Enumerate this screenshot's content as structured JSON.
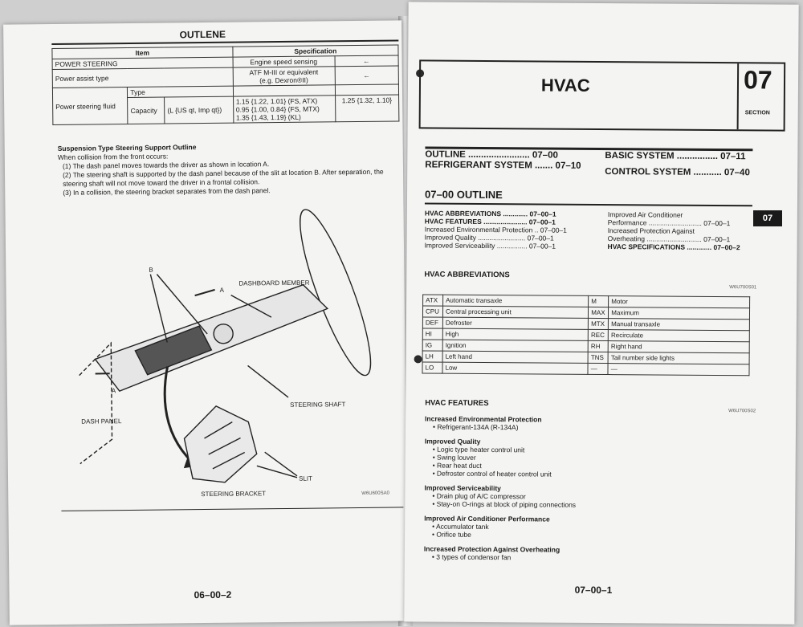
{
  "left": {
    "heading": "OUTLENE",
    "table": {
      "col_item": "Item",
      "col_spec": "Specification",
      "rows": {
        "power_steering": "POWER STEERING",
        "engine_speed": "Engine speed sensing",
        "arrow1": "←",
        "power_assist": "Power assist type",
        "atf": "ATF M-III or equivalent",
        "atf2": "(e.g. Dexron®II)",
        "arrow2": "←",
        "fluid": "Power steering fluid",
        "type": "Type",
        "capacity": "Capacity",
        "capacity_unit": "(L {US qt, Imp qt})",
        "cap1": "1.15 {1.22, 1.01} (FS, ATX)",
        "cap2": "0.95 {1.00, 0.84} (FS, MTX)",
        "cap3": "1.35 {1.43, 1.19} (KL)",
        "cap_other": "1.25 {1.32, 1.10}"
      }
    },
    "suspension": {
      "title": "Suspension Type Steering Support Outline",
      "intro": "When collision from the front occurs:",
      "items": [
        "(1)  The dash panel moves towards the driver as shown in location A.",
        "(2)  The steering shaft is supported by the dash panel because of the slit at location B. After separation, the steering shaft will not move toward the driver in a frontal collision.",
        "(3)  In a collision, the steering bracket separates from the dash panel."
      ]
    },
    "diagram_labels": {
      "b": "B",
      "a_top": "A",
      "a_left": "A",
      "dashboard_member": "DASHBOARD MEMBER",
      "steering_shaft": "STEERING SHAFT",
      "dash_panel": "DASH PANEL",
      "slit": "SLIT",
      "steering_bracket": "STEERING BRACKET"
    },
    "figure_id": "W6U600SA0",
    "page_number": "06–00–2"
  },
  "right": {
    "title": "HVAC",
    "section_number": "07",
    "section_label": "SECTION",
    "toc": {
      "outline": "OUTLINE ........................ 07–00",
      "refrigerant": "REFRIGERANT SYSTEM ....... 07–10",
      "basic": "BASIC SYSTEM ................ 07–11",
      "control": "CONTROL SYSTEM ........... 07–40"
    },
    "section_head": "07–00    OUTLINE",
    "index_left": [
      "HVAC ABBREVIATIONS ............. 07–00–1",
      "HVAC FEATURES ....................... 07–00–1",
      "  Increased Environmental Protection .. 07–00–1",
      "  Improved Quality ......................... 07–00–1",
      "  Improved Serviceability ................ 07–00–1"
    ],
    "index_right": [
      "  Improved Air Conditioner",
      "    Performance ............................ 07–00–1",
      "  Increased Protection Against",
      "    Overheating ............................. 07–00–1",
      "HVAC SPECIFICATIONS ............. 07–00–2"
    ],
    "edge_tab": "07",
    "abbr_heading": "HVAC ABBREVIATIONS",
    "abbr_id": "W6U700S01",
    "abbreviations": [
      [
        "ATX",
        "Automatic transaxle",
        "M",
        "Motor"
      ],
      [
        "CPU",
        "Central processing unit",
        "MAX",
        "Maximum"
      ],
      [
        "DEF",
        "Defroster",
        "MTX",
        "Manual transaxle"
      ],
      [
        "HI",
        "High",
        "REC",
        "Recirculate"
      ],
      [
        "IG",
        "Ignition",
        "RH",
        "Right hand"
      ],
      [
        "LH",
        "Left hand",
        "TNS",
        "Tail number side lights"
      ],
      [
        "LO",
        "Low",
        "—",
        "—"
      ]
    ],
    "features_heading": "HVAC FEATURES",
    "features_id": "W6U700S02",
    "features": [
      {
        "title": "Increased Environmental Protection",
        "items": [
          "•  Refrigerant-134A (R-134A)"
        ]
      },
      {
        "title": "Improved Quality",
        "items": [
          "•  Logic type heater control unit",
          "•  Swing louver",
          "•  Rear heat duct",
          "•  Defroster control of heater control unit"
        ]
      },
      {
        "title": "Improved Serviceability",
        "items": [
          "•  Drain plug of A/C compressor",
          "•  Stay-on O-rings at block of piping connections"
        ]
      },
      {
        "title": "Improved Air Conditioner Performance",
        "items": [
          "•  Accumulator tank",
          "•  Orifice tube"
        ]
      },
      {
        "title": "Increased Protection Against Overheating",
        "items": [
          "•  3 types of condensor fan"
        ]
      }
    ],
    "page_number": "07–00–1"
  }
}
